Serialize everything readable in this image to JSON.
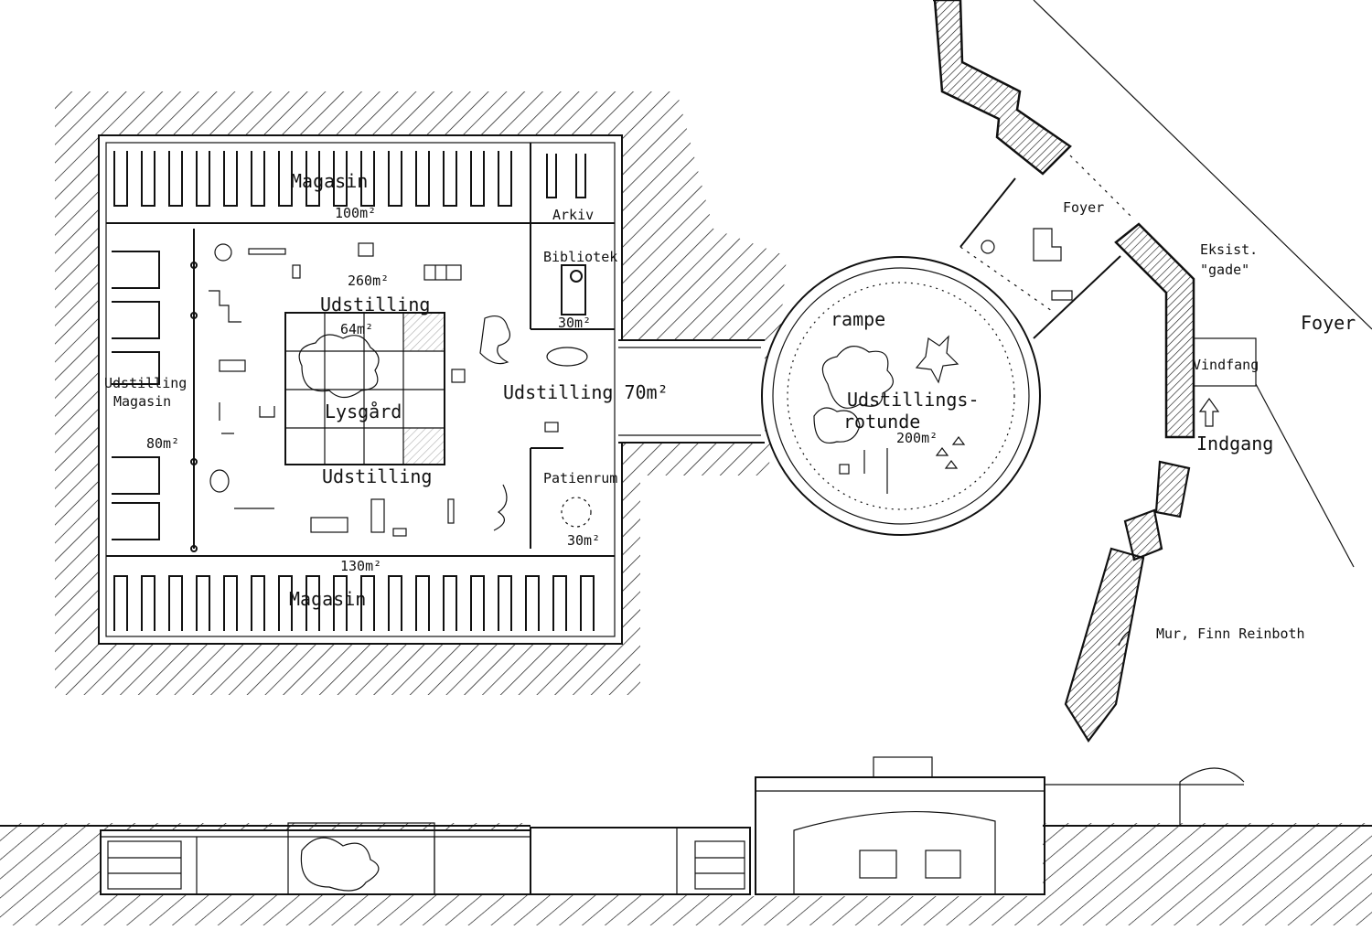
{
  "colors": {
    "ink": "#111111",
    "paper": "#ffffff"
  },
  "plan": {
    "magasin_top": {
      "name": "Magasin",
      "area": "100m²"
    },
    "arkiv": "Arkiv",
    "bibliotek": {
      "name": "Bibliotek",
      "area": "30m²"
    },
    "udstilling_main": {
      "name": "Udstilling",
      "area": "260m²"
    },
    "lysgaard": {
      "name": "Lysgård",
      "area": "64m²"
    },
    "udstilling_lower": "Udstilling",
    "udstilling_east": "Udstilling 70m²",
    "udstillingsmagasin": {
      "line1": "Udstilling",
      "line2": "Magasin",
      "area": "80m²"
    },
    "patientrum": {
      "name": "Patienrum",
      "area": "30m²"
    },
    "magasin_bottom": {
      "name": "Magasin",
      "area": "130m²"
    },
    "rampe": "rampe",
    "rotunde": {
      "line1": "Udstillings-",
      "line2": "rotunde",
      "area": "200m²"
    },
    "foyer_small": "Foyer",
    "eksist_gade": {
      "line1": "Eksist.",
      "line2": "\"gade\""
    },
    "foyer_right": "Foyer",
    "vindfang": "Vindfang",
    "indgang": "Indgang",
    "mur": "Mur, Finn Reinboth"
  }
}
